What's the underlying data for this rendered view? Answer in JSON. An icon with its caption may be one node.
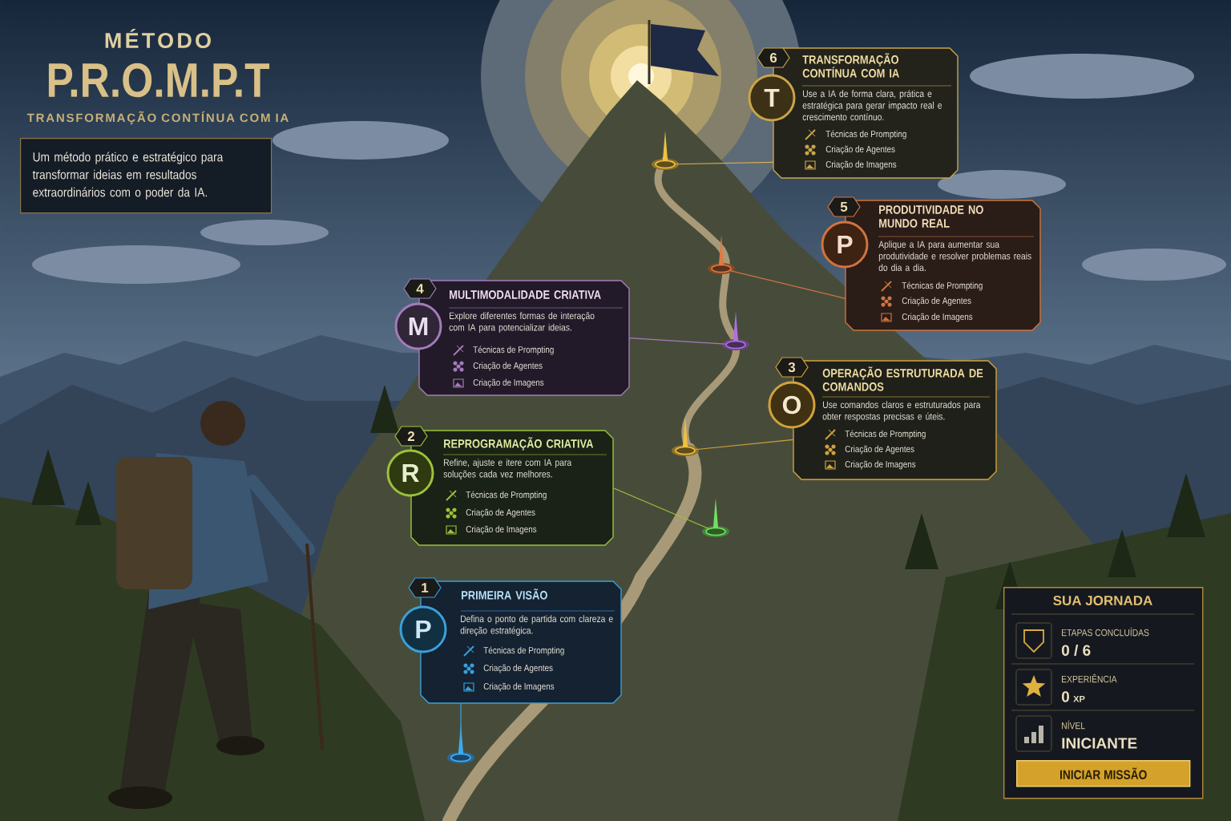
{
  "diagram": {
    "nodes": [
      {
        "text": [
          "Um método prático e estratégico para transformar ideias em resultados extraordinários com o poder da IA."
        ]
      },
      {
        "text": [
          "6",
          "T",
          "TRANSFORMAÇÃO CONTÍNUA COM IA",
          "Use a IA de forma clara, prática e estratégica para gerar impacto real e crescimento contínuo.",
          "Técnicas de Prompting",
          "Criação de Agentes",
          "Criação de Imagens"
        ]
      },
      {
        "text": [
          "5",
          "P",
          "PRODUTIVIDADE NO MUNDO REAL",
          "Aplique a IA para aumentar sua produtividade e resolver problemas reais do dia a dia.",
          "Técnicas de Prompting",
          "Criação de Agentes",
          "Criação de Imagens"
        ]
      },
      {
        "text": [
          "4",
          "M",
          "MULTIMODALIDADE CRIATIVA",
          "Explore diferentes formas de interação com IA para potencializar ideias.",
          "Técnicas de Prompting",
          "Criação de Agentes",
          "Criação de Imagens"
        ]
      },
      {
        "text": [
          "3",
          "O",
          "OPERAÇÃO ESTRUTURADA DE COMANDOS",
          "Use comandos claros e estruturados para obter respostas precisas e úteis.",
          "Técnicas de Prompting",
          "Criação de Agentes",
          "Criação de Imagens"
        ]
      },
      {
        "text": [
          "2",
          "R",
          "REPROGRAMAÇÃO CRIATIVA",
          "Refine, ajuste e itere com IA para soluções cada vez melhores.",
          "Técnicas de Prompting",
          "Criação de Agentes",
          "Criação de Imagens"
        ]
      },
      {
        "text": [
          "1",
          "P",
          "PRIMEIRA VISÃO",
          "Defina o ponto de partida com clareza e direção estratégica.",
          "Técnicas de Prompting",
          "Criação de Agentes",
          "Criação de Imagens"
        ]
      },
      {
        "text": [
          "SUA JORNADA"
        ]
      },
      {
        "text": [
          "ETAPAS CONCLUÍDAS",
          "0 / 6"
        ],
        "in": 7
      },
      {
        "text": [
          "EXPERIÊNCIA",
          "0",
          "XP"
        ],
        "in": 7
      },
      {
        "text": [
          "NÍVEL",
          "INICIANTE"
        ],
        "in": 7
      },
      {
        "text": [
          "INICIAR MISSÃO"
        ],
        "in": 7
      },
      {
        "text": [],
        "shape": "pin"
      },
      {
        "text": [],
        "shape": "pin"
      },
      {
        "text": [],
        "shape": "pin"
      },
      {
        "text": [],
        "shape": "pin"
      },
      {
        "text": [],
        "shape": "pin"
      },
      {
        "text": [],
        "shape": "pin"
      }
    ],
    "edges": [
      {
        "from": 1,
        "to": 12,
        "arrow": "none",
        "color": "#d8b050"
      },
      {
        "from": 2,
        "to": 13,
        "arrow": "none",
        "color": "#d0743f"
      },
      {
        "from": 3,
        "to": 14,
        "arrow": "none",
        "color": "#a37cba"
      },
      {
        "from": 4,
        "to": 15,
        "arrow": "none",
        "color": "#d2a23a"
      },
      {
        "from": 5,
        "to": 16,
        "arrow": "none",
        "color": "#9cc23a"
      },
      {
        "from": 6,
        "to": 17,
        "arrow": "none",
        "color": "#3aa0dc"
      }
    ],
    "labels": [
      "MÉTODO",
      "P.R.O.M.P.T",
      "TRANSFORMAÇÃO CONTÍNUA COM IA"
    ]
  }
}
